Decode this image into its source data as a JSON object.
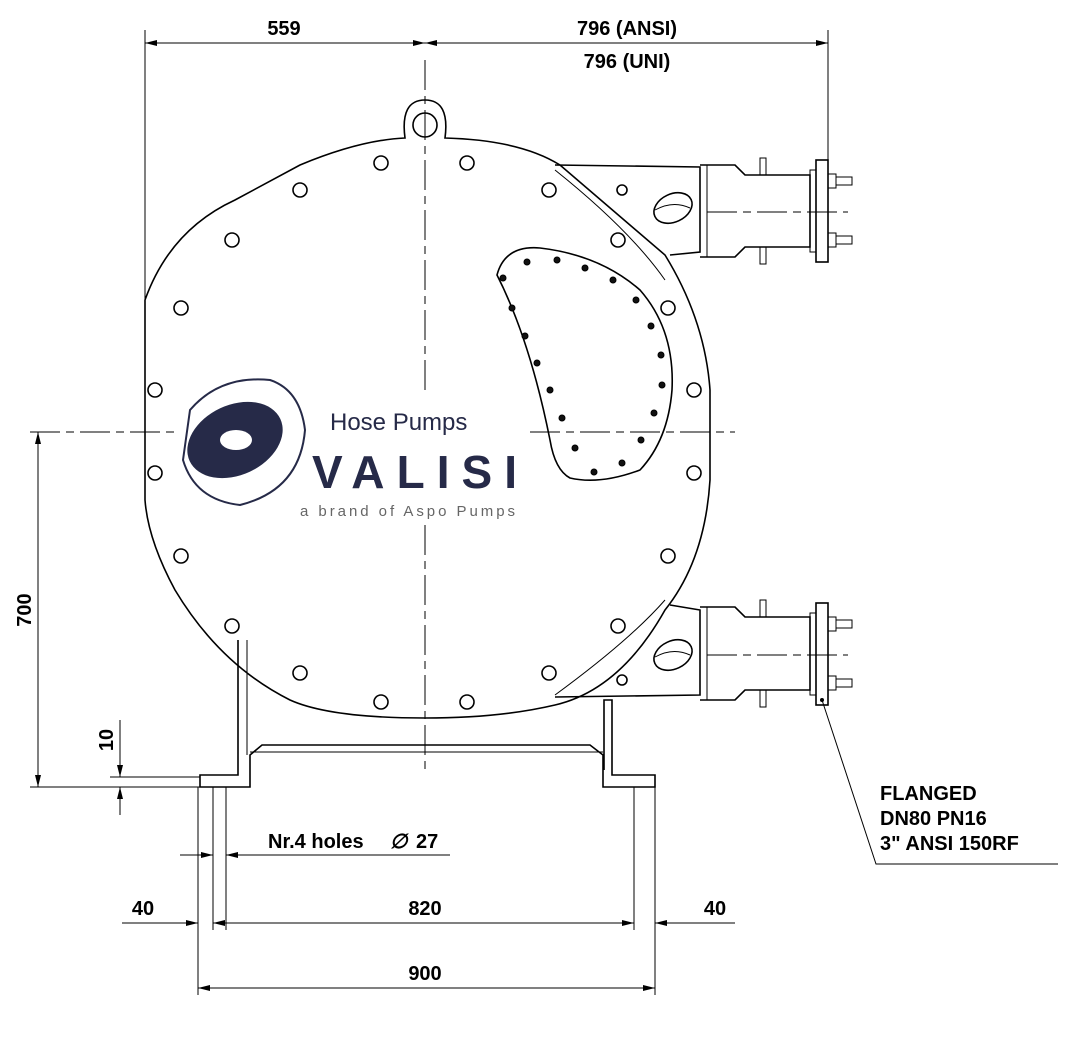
{
  "dimensions": {
    "top_left": "559",
    "top_right_ansi": "796 (ANSI)",
    "top_right_uni": "796 (UNI)",
    "height": "700",
    "foot_thickness": "10",
    "holes": "Nr.4 holes",
    "hole_diameter": "27",
    "left_offset": "40",
    "hole_spacing": "820",
    "right_offset": "40",
    "total_width": "900"
  },
  "flange_note": [
    "FLANGED",
    "DN80 PN16",
    "3\" ANSI 150RF"
  ],
  "logo": {
    "tagline": "Hose Pumps",
    "brand": "VALISI",
    "subtitle": "a brand of Aspo Pumps",
    "colors": {
      "navy": "#262a48",
      "red": "#b0202a"
    }
  }
}
